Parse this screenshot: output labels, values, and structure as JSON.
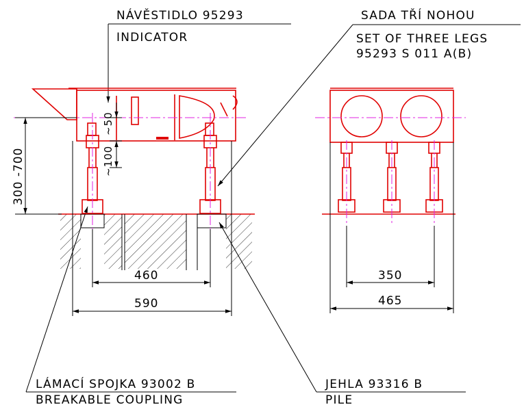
{
  "labels": {
    "indicator_cz": "NÁVĚSTIDLO 95293",
    "indicator_en": "INDICATOR",
    "legs_cz": "SADA TŘÍ NOHOU",
    "legs_en": "SET OF THREE LEGS",
    "legs_code": "95293 S 011 A(B)",
    "coupling_cz": "LÁMACÍ SPOJKA 93002 B",
    "coupling_en": "BREAKABLE COUPLING",
    "pile_cz": "JEHLA 93316 B",
    "pile_en": "PILE"
  },
  "dimensions": {
    "height_range": "300 -700",
    "approx_50": "~50",
    "approx_100": "~100",
    "side_spacing": "460",
    "side_width": "590",
    "front_spacing": "350",
    "front_width": "465"
  },
  "colors": {
    "structure": "#e00000",
    "centerline": "#e020e0",
    "annotation": "#000000"
  }
}
